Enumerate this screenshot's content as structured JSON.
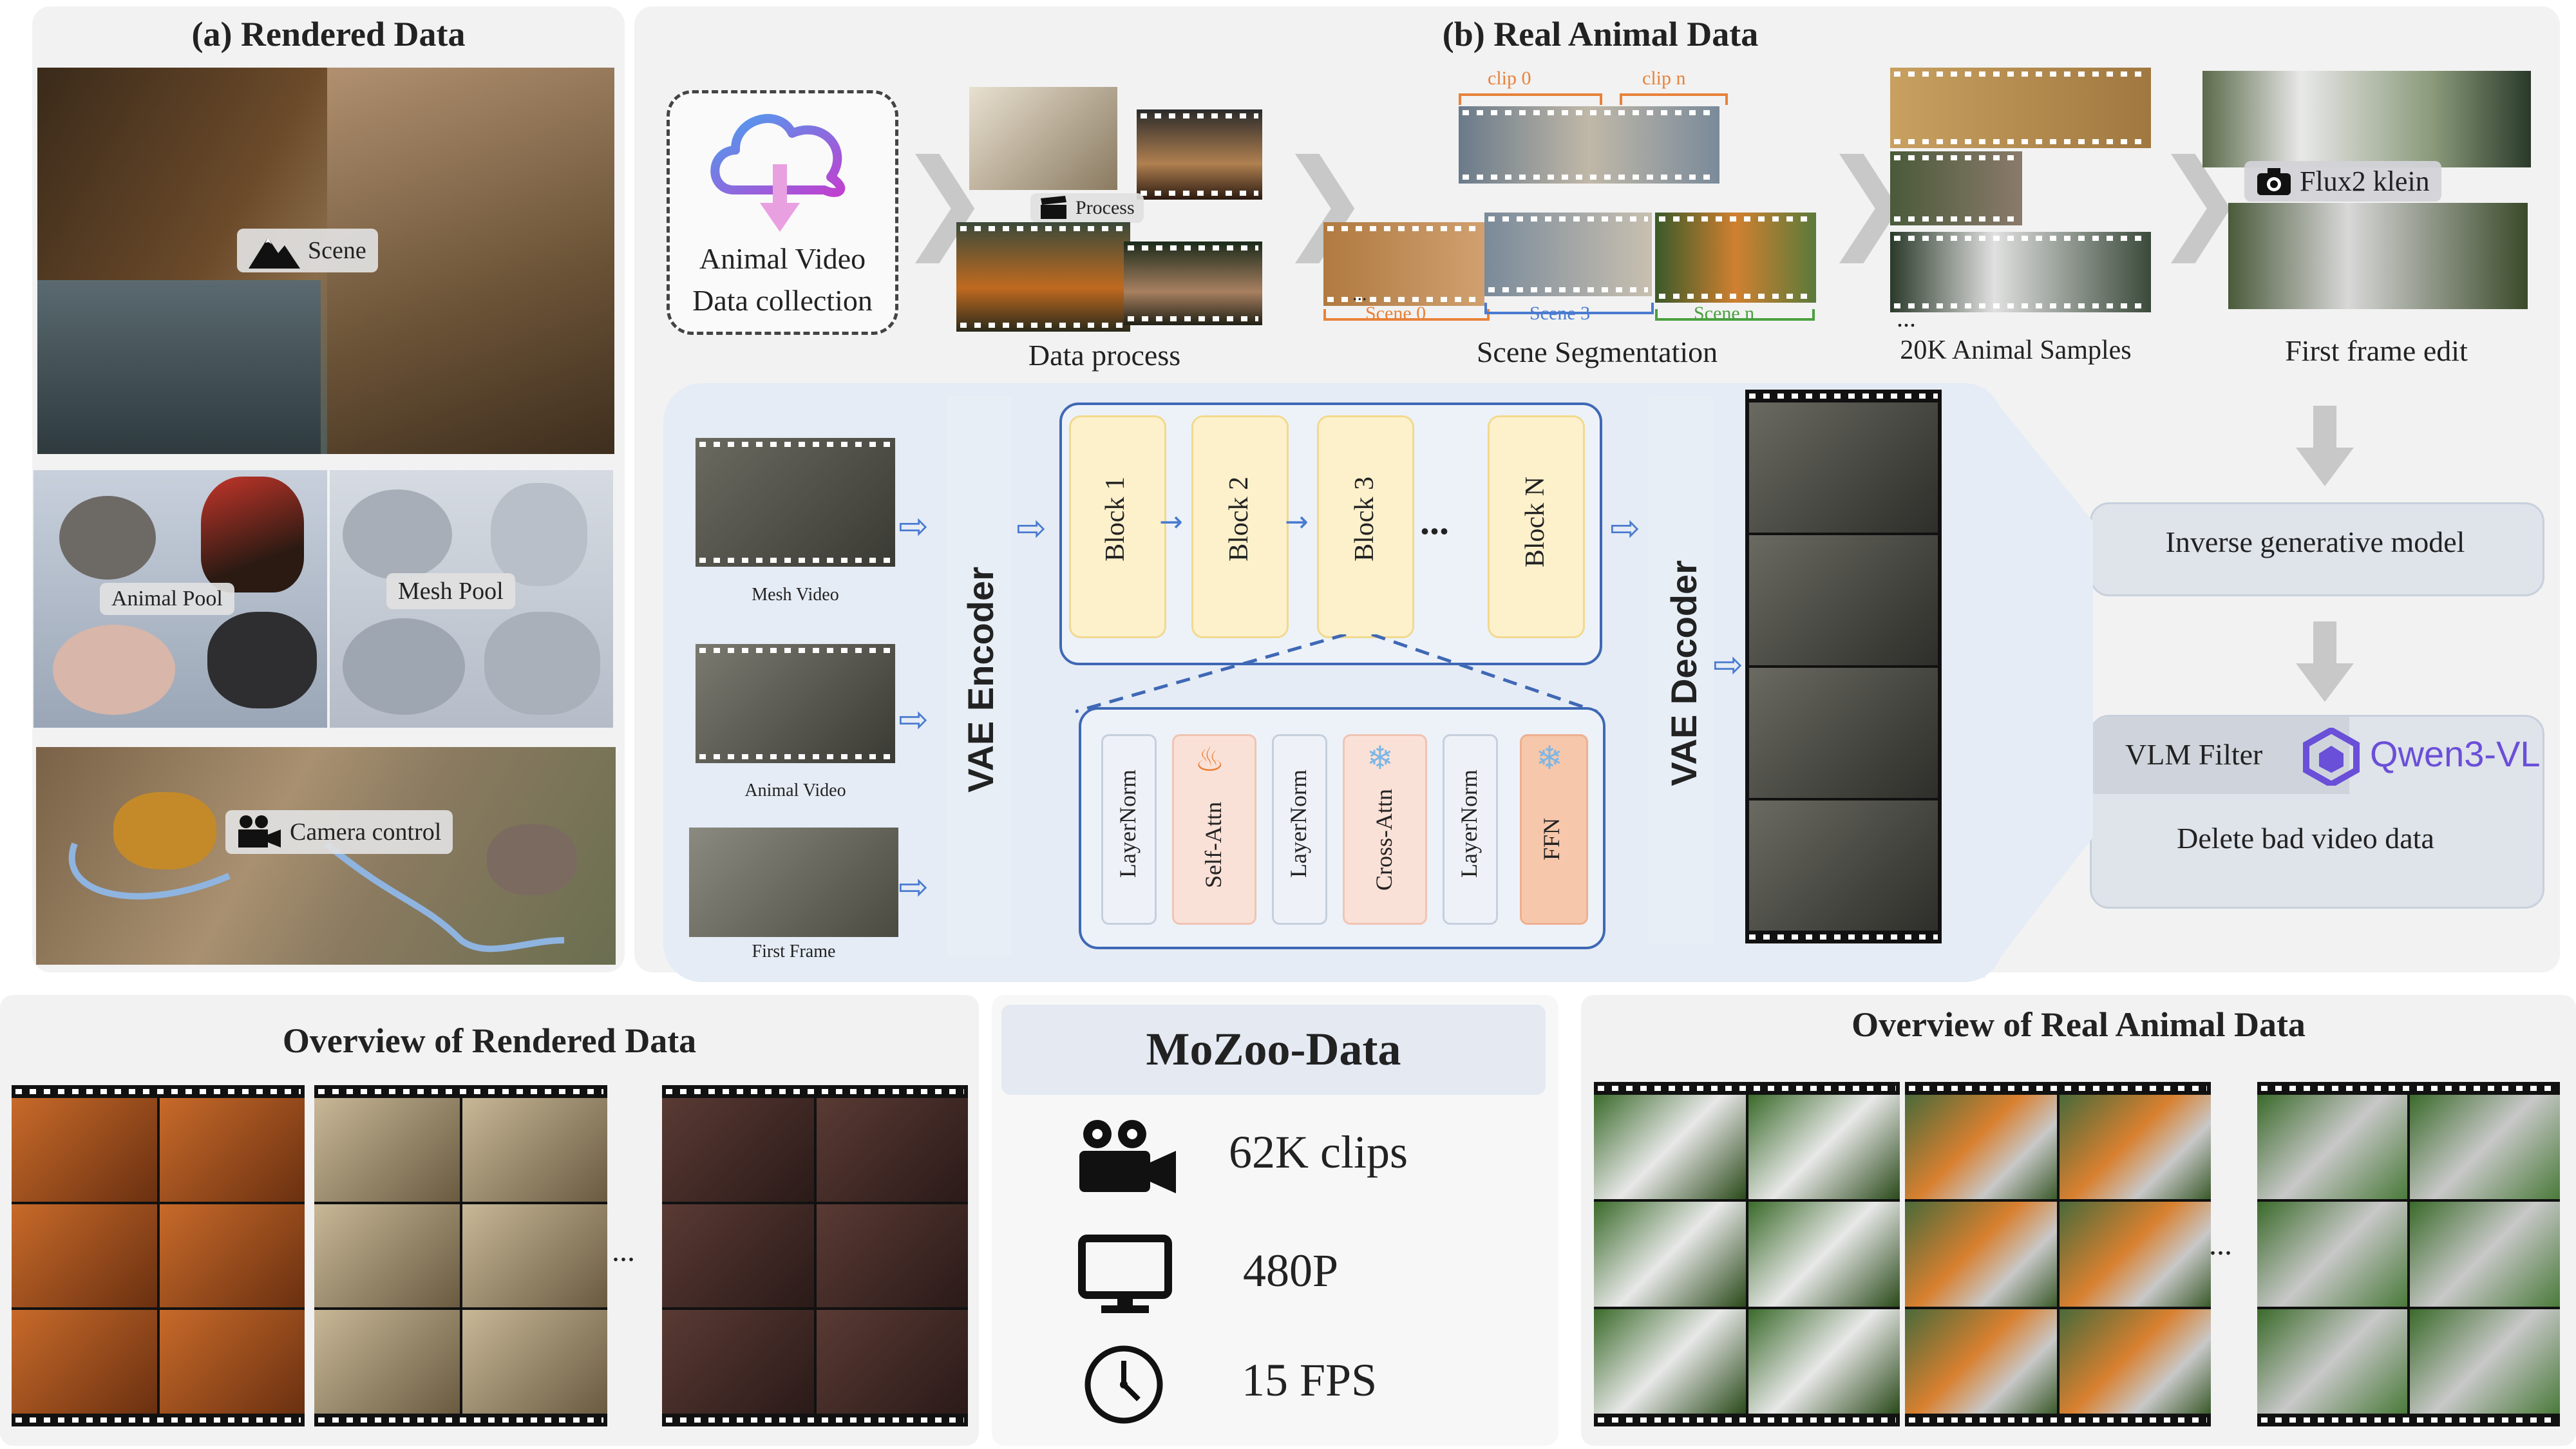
{
  "panel_a": {
    "title": "(a) Rendered Data",
    "scene_label": "Scene",
    "animal_pool_label": "Animal Pool",
    "mesh_pool_label": "Mesh Pool",
    "camera_label": "Camera control"
  },
  "panel_b": {
    "title": "(b) Real Animal Data",
    "collection_line1": "Animal Video",
    "collection_line2": "Data collection",
    "process_label": "Process",
    "data_process_caption": "Data process",
    "clip_0": "clip 0",
    "clip_n": "clip n",
    "clip_dots": "...",
    "scene_0": "Scene 0",
    "scene_3": "Scene 3",
    "scene_n": "Scene n",
    "scene_dots": "...",
    "scene_seg_caption": "Scene Segmentation",
    "samples_caption": "20K Animal Samples",
    "samples_dots": "...",
    "flux_label": "Flux2 klein",
    "first_frame_caption": "First frame edit",
    "inverse_model": "Inverse generative model",
    "vlm_filter": "VLM Filter",
    "qwen": "Qwen3-VL",
    "delete_bad": "Delete bad video data"
  },
  "model": {
    "mesh_video": "Mesh Video",
    "animal_video": "Animal Video",
    "first_frame": "First Frame",
    "vae_encoder": "VAE Encoder",
    "vae_decoder": "VAE Decoder",
    "blocks": [
      "Block 1",
      "Block 2",
      "Block 3",
      "Block N"
    ],
    "block_dots": "...",
    "sub_layers": [
      "LayerNorm",
      "Self-Attn",
      "LayerNorm",
      "Cross-Attn",
      "LayerNorm",
      "FFN"
    ]
  },
  "overview_rendered": {
    "title": "Overview of Rendered Data",
    "dots": "..."
  },
  "stats": {
    "title": "MoZoo-Data",
    "clips": "62K clips",
    "resolution": "480P",
    "fps": "15 FPS"
  },
  "overview_real": {
    "title": "Overview of Real Animal Data",
    "dots": "..."
  },
  "colors": {
    "accent_orange": "#e8823a",
    "accent_blue": "#4a7bd0",
    "block_fill": "#fdf1cc",
    "qwen_purple": "#6a4fd8"
  }
}
